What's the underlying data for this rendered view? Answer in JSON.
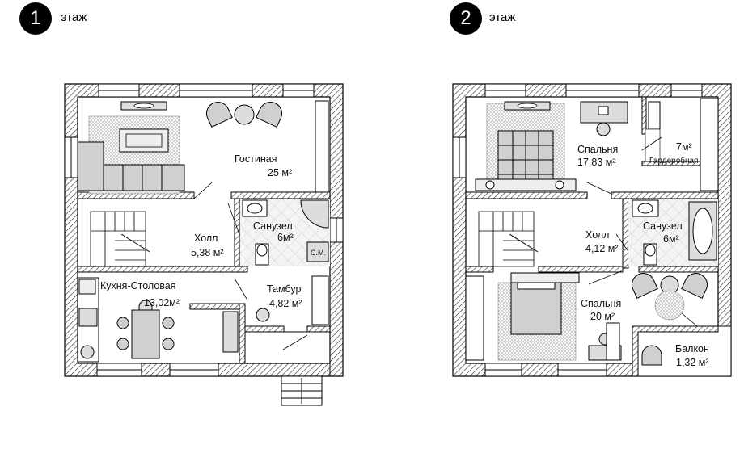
{
  "floors": [
    {
      "number": "1",
      "label": "этаж",
      "rooms": [
        {
          "name": "Гостиная",
          "area": "25 м²"
        },
        {
          "name": "Холл",
          "area": "5,38 м²"
        },
        {
          "name": "Санузел",
          "area": "6м²"
        },
        {
          "name": "Кухня-Столовая",
          "area": "13,02м²"
        },
        {
          "name": "Тамбур",
          "area": "4,82 м²"
        }
      ],
      "annotations": {
        "washer": "С.М."
      }
    },
    {
      "number": "2",
      "label": "этаж",
      "rooms": [
        {
          "name": "Спальня",
          "area": "17,83 м²"
        },
        {
          "name": "Гардеробная",
          "area": "7м²"
        },
        {
          "name": "Холл",
          "area": "4,12 м²"
        },
        {
          "name": "Санузел",
          "area": "6м²"
        },
        {
          "name": "Спальня",
          "area": "20 м²"
        },
        {
          "name": "Балкон",
          "area": "1,32 м²"
        }
      ]
    }
  ],
  "colors": {
    "wall": "#ffffff",
    "hatch": "#555555",
    "furniture": "#d0d0d0",
    "tile": "#e8e8e8"
  }
}
